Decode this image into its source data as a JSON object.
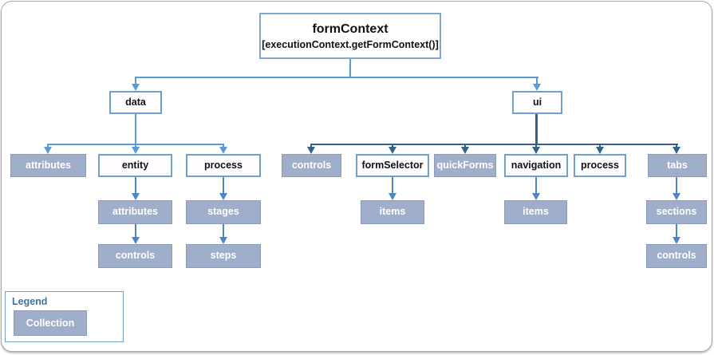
{
  "diagram": {
    "root": {
      "title": "formContext",
      "subtitle": "[executionContext.getFormContext()]"
    },
    "nodes": {
      "data_label": "data",
      "ui_label": "ui",
      "data_attributes": "attributes",
      "entity": "entity",
      "data_process": "process",
      "entity_attributes": "attributes",
      "entity_controls": "controls",
      "process_stages": "stages",
      "process_steps": "steps",
      "ui_controls": "controls",
      "form_selector": "formSelector",
      "quick_forms": "quickForms",
      "navigation": "navigation",
      "ui_process": "process",
      "tabs": "tabs",
      "form_selector_items": "items",
      "navigation_items": "items",
      "tabs_sections": "sections",
      "tabs_controls": "controls"
    },
    "legend": {
      "title": "Legend",
      "collection_label": "Collection"
    },
    "colors": {
      "connector_light": "#5B9BD5",
      "connector_mid": "#4A86C8",
      "connector_dark": "#33618C",
      "collection_fill": "#9FAECB",
      "white_box_border": "#6FA0CE",
      "legend_title_color": "#41719C"
    }
  }
}
